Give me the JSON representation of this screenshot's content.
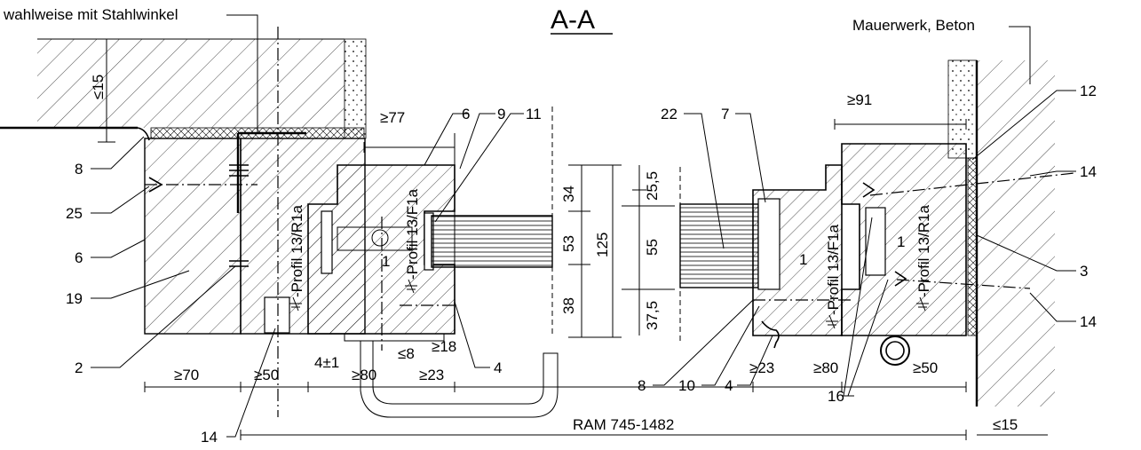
{
  "title": "A-A",
  "notes": {
    "steel_angle": "wahlweise mit Stahlwinkel",
    "masonry": "Mauerwerk, Beton"
  },
  "profile_labels": {
    "left_r1a": "-Profil 13/R1a",
    "left_f1a": "-Profil 13/F1a",
    "right_f1a": "-Profil 13/F1a",
    "right_r1a": "-Profil 13/R1a"
  },
  "callouts": {
    "n8_left": "8",
    "n25": "25",
    "n6_left": "6",
    "n19": "19",
    "n2": "2",
    "n14_bottom": "14",
    "n6_top": "6",
    "n9": "9",
    "n11": "11",
    "n4_mid": "4",
    "n22": "22",
    "n7": "7",
    "n12": "12",
    "n14_r_top": "14",
    "n3": "3",
    "n14_r_bot": "14",
    "n16": "16",
    "n8_right": "8",
    "n10": "10",
    "n4_right": "4",
    "one_left": "1",
    "one_right_a": "1",
    "one_right_b": "1"
  },
  "dimensions": {
    "le15_top": "≤15",
    "ge77": "≥77",
    "ge91": "≥91",
    "d34": "34",
    "d53": "53",
    "d125": "125",
    "d38": "38",
    "d25_5": "25,5",
    "d55": "55",
    "d37_5": "37,5",
    "ge70": "≥70",
    "ge50_left": "≥50",
    "d4pm1": "4±1",
    "ge80_left": "≥80",
    "le8": "≤8",
    "ge18": "≥18",
    "ge23_left": "≥23",
    "ge23_right": "≥23",
    "ge80_right": "≥80",
    "ge50_right": "≥50",
    "ram": "RAM 745-1482",
    "le15_bottom": "≤15"
  }
}
